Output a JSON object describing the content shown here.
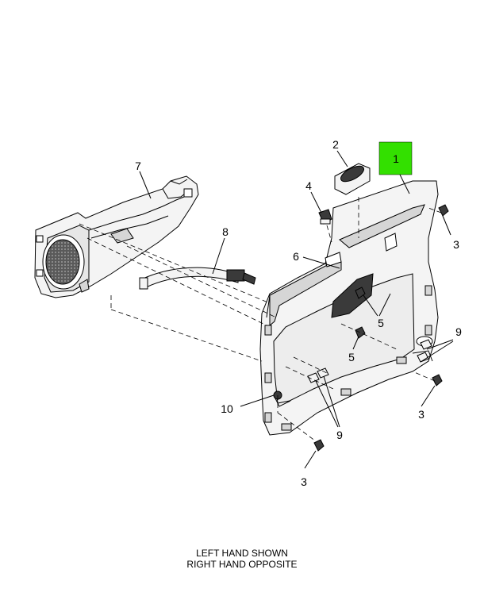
{
  "colors": {
    "highlight": "#33e000",
    "line": "#000000",
    "part_fill": "#f4f4f4",
    "part_shade": "#d6d6d6",
    "dark": "#3a3a3a"
  },
  "callouts": {
    "c1": "1",
    "c2": "2",
    "c3a": "3",
    "c3b": "3",
    "c3c": "3",
    "c4": "4",
    "c5a": "5",
    "c5b": "5",
    "c6": "6",
    "c7": "7",
    "c8": "8",
    "c9a": "9",
    "c9b": "9",
    "c10": "10"
  },
  "caption": {
    "line1": "LEFT HAND SHOWN",
    "line2": "RIGHT HAND OPPOSITE"
  }
}
